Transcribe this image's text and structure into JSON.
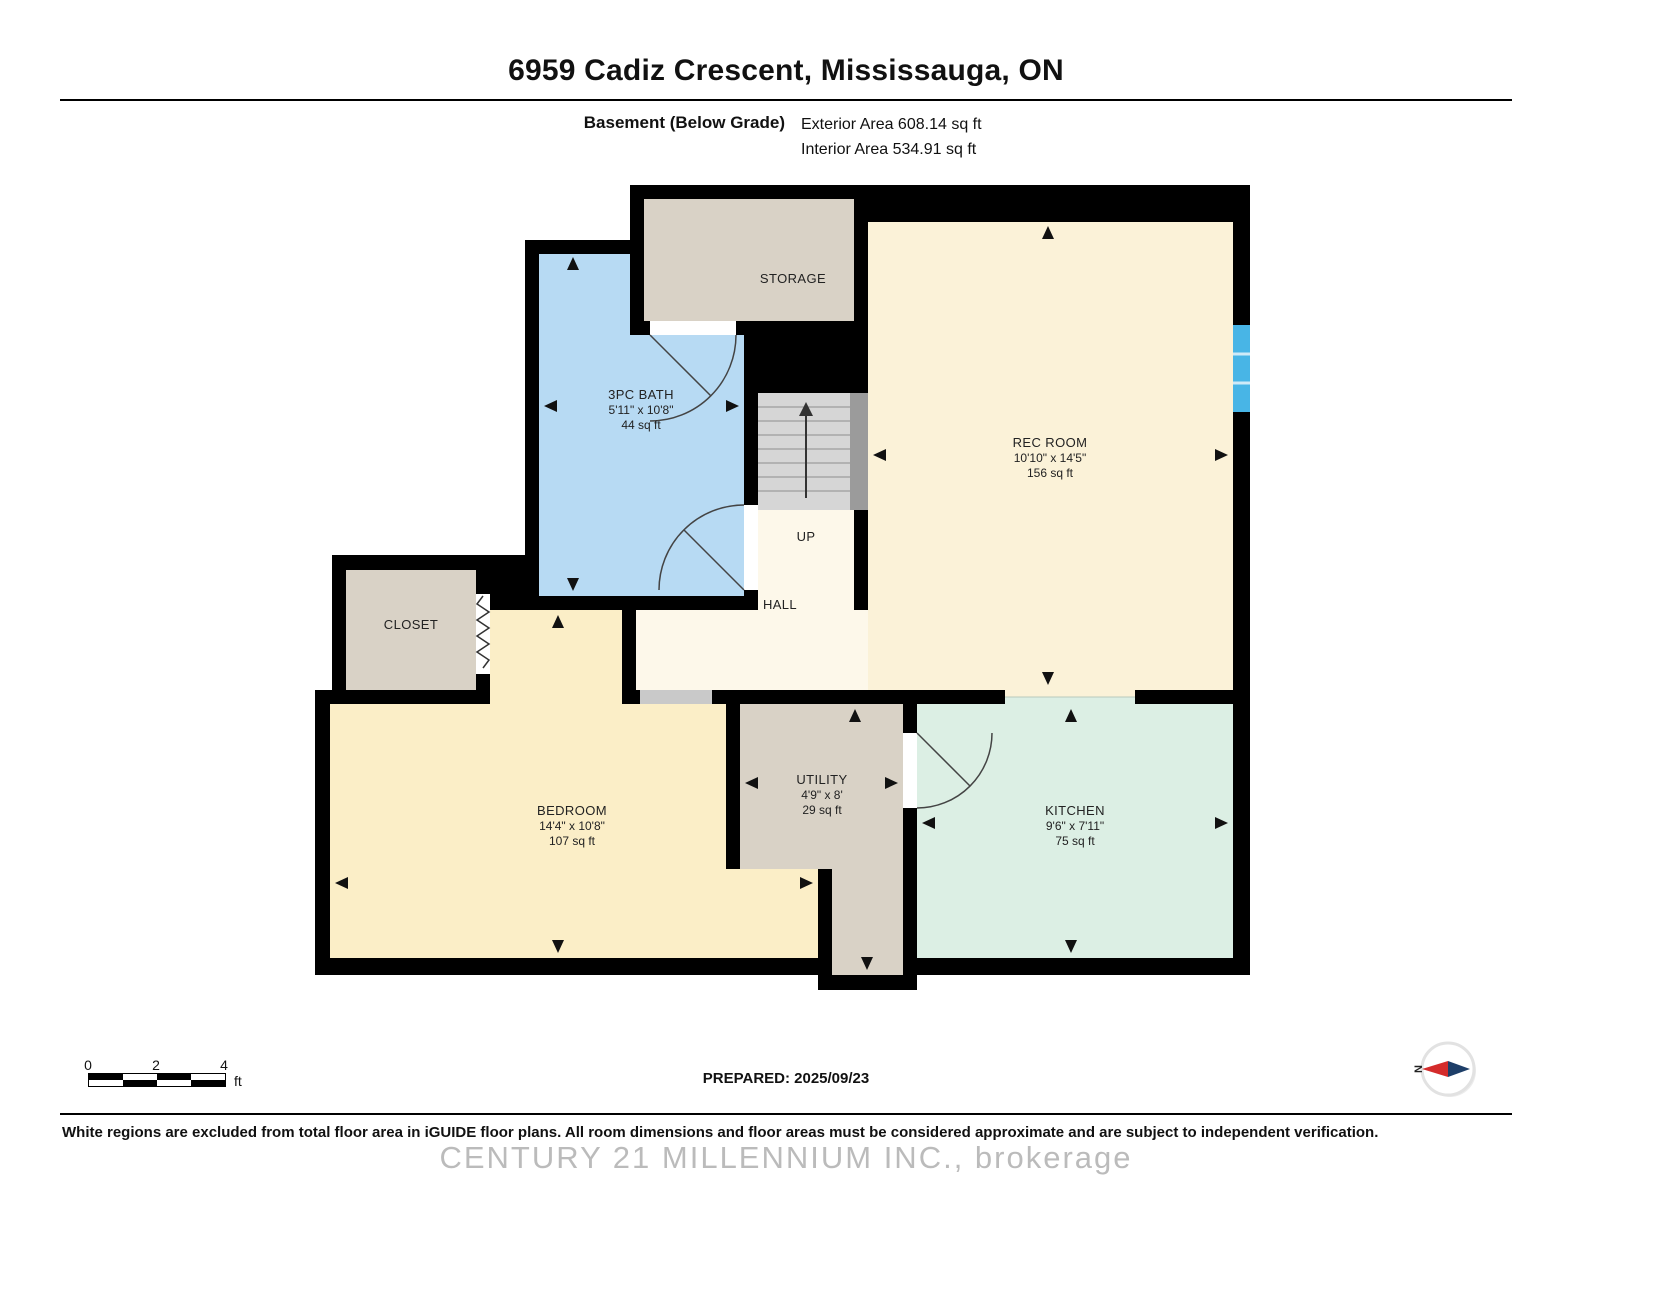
{
  "header": {
    "title": "6959 Cadiz Crescent, Mississauga, ON",
    "floor_label": "Basement (Below Grade)",
    "exterior_area": "Exterior Area 608.14 sq ft",
    "interior_area": "Interior Area 534.91 sq ft"
  },
  "rooms": {
    "storage": {
      "name": "STORAGE"
    },
    "bath": {
      "name": "3PC BATH",
      "dims": "5'11\" x 10'8\"",
      "area": "44 sq ft"
    },
    "rec": {
      "name": "REC ROOM",
      "dims": "10'10\" x 14'5\"",
      "area": "156 sq ft"
    },
    "up": {
      "name": "UP"
    },
    "hall": {
      "name": "HALL"
    },
    "closet": {
      "name": "CLOSET"
    },
    "bedroom": {
      "name": "BEDROOM",
      "dims": "14'4\" x 10'8\"",
      "area": "107 sq ft"
    },
    "utility": {
      "name": "UTILITY",
      "dims": "4'9\" x 8'",
      "area": "29 sq ft"
    },
    "kitchen": {
      "name": "KITCHEN",
      "dims": "9'6\" x 7'11\"",
      "area": "75 sq ft"
    }
  },
  "scale_bar": {
    "ticks": [
      "0",
      "2",
      "4"
    ],
    "unit": "ft"
  },
  "compass": {
    "label": "N"
  },
  "footer": {
    "prepared": "PREPARED: 2025/09/23",
    "disclaimer": "White regions are excluded from total floor area in iGUIDE floor plans. All room dimensions and floor areas must be considered approximate and are subject to independent verification.",
    "watermark": "CENTURY 21 MILLENNIUM INC., brokerage"
  },
  "colors": {
    "wall": "#000000",
    "bath_floor": "#b7daf3",
    "rec_floor": "#fbf2d8",
    "hall_floor": "#fdf8ea",
    "bedroom_floor": "#fbeec7",
    "kitchen_floor": "#dcefe4",
    "storage_floor": "#d9d2c6",
    "closet_floor": "#d9d2c6",
    "utility_floor": "#d9d2c6",
    "stairs": "#d6d6d6",
    "window": "#48b5e6"
  }
}
